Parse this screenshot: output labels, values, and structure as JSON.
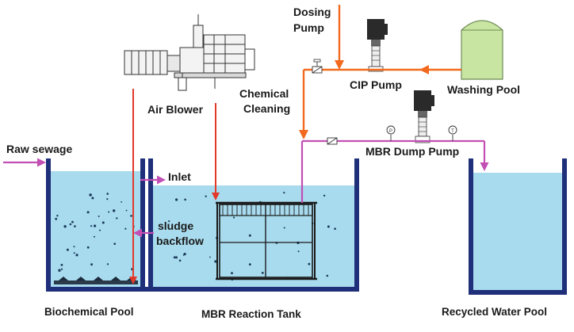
{
  "labels": {
    "raw_sewage": "Raw sewage",
    "dosing_line1": "Dosing",
    "dosing_line2": "Pump",
    "air_blower": "Air Blower",
    "chemical_line1": "Chemical",
    "chemical_line2": "Cleaning",
    "cip_pump": "CIP Pump",
    "washing_pool": "Washing Pool",
    "mbr_dump_pump": "MBR Dump Pump",
    "inlet": "Inlet",
    "sludge_line1": "sludge",
    "sludge_line2": "backflow",
    "biochemical_pool": "Biochemical Pool",
    "mbr_reaction_tank": "MBR Reaction Tank",
    "recycled_water_pool": "Recycled Water Pool"
  },
  "gauge_labels": {
    "pressure": "P",
    "temperature": "T"
  },
  "colors": {
    "water": "#a8dbee",
    "tank_wall": "#1f2f7a",
    "air_line": "#e23a2a",
    "chemical_line": "#f26a1f",
    "sewage_line": "#c24fb4",
    "washing_pool": "#c8e6a2",
    "bubble": "#1c3a5c"
  },
  "icons": {
    "air_blower": "blower-machine-icon",
    "cip_pump": "vertical-pump-icon",
    "mbr_dump_pump": "vertical-pump-icon",
    "membrane_module": "membrane-module-icon",
    "diffuser": "aeration-diffuser-icon"
  }
}
